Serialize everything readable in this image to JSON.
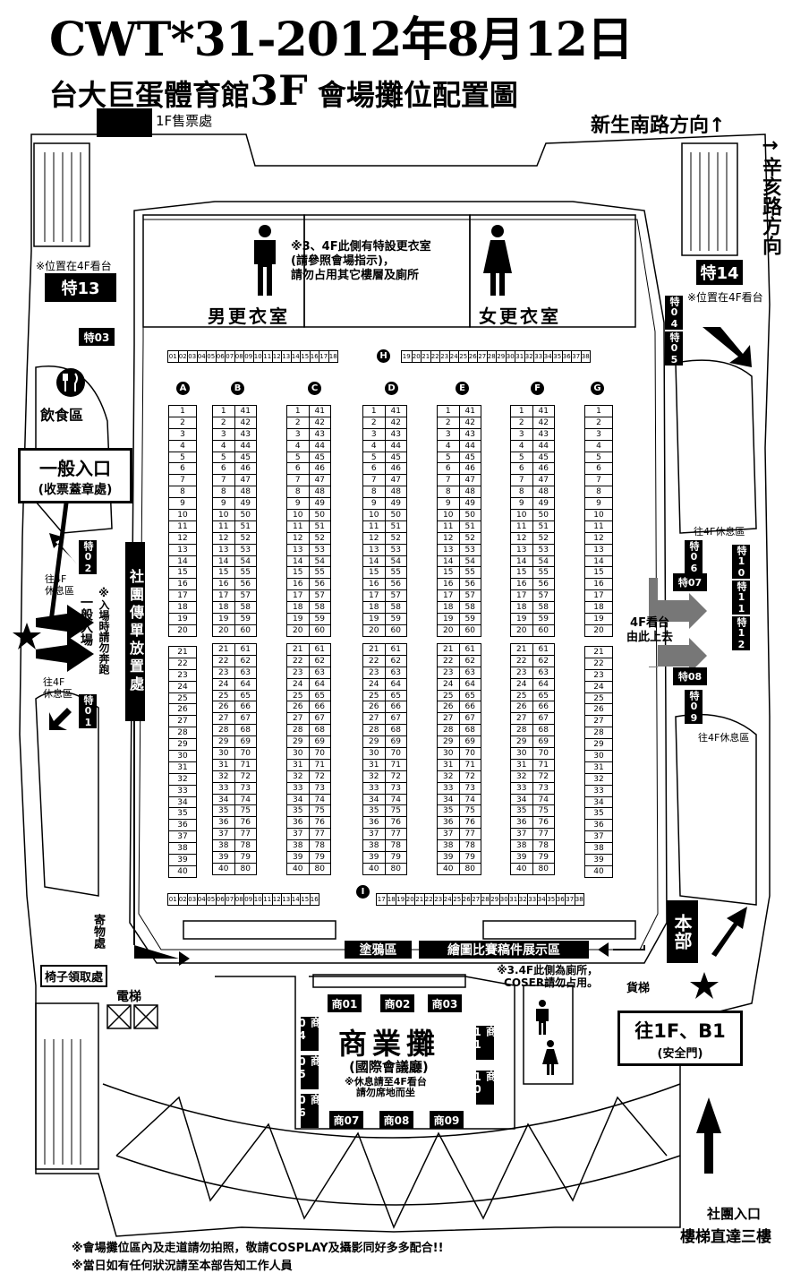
{
  "title_line1": "CWT*31-2012年8月12日",
  "title_line2_a": "台大巨蛋體育館",
  "title_line2_b": "3F",
  "title_line2_c": " 會場攤位配置圖",
  "ticket_office": "1F售票處",
  "road_north": "新生南路方向↑",
  "road_east": "→辛亥路方向",
  "special_labels": {
    "t13": "特13",
    "t14": "特14",
    "t03": "特03",
    "t04": "特04",
    "t05": "特05",
    "t02": "特02",
    "t01": "特01",
    "t06": "特06",
    "t07": "特07",
    "t08": "特08",
    "t09": "特09",
    "t10": "特10",
    "t11": "特11",
    "t12": "特12"
  },
  "note_4f_left": "※位置在4F看台",
  "note_4f_right": "※位置在4F看台",
  "mens_room": "男更衣室",
  "womens_room": "女更衣室",
  "changing_note": "※3、4F此側有特設更衣室\n(請參照會場指示)，\n請勿占用其它樓層及廁所",
  "food_area": "飲食區",
  "entrance_title": "一般入口",
  "entrance_sub": "(收票蓋章處)",
  "rest_4f_1": "往4F\n休息區",
  "rest_4f_2": "往4F\n休息區",
  "entrance_vertical": "一般入場",
  "no_run_note": "※入場時請勿奔跑",
  "flyer_area": "社團傳單放置處",
  "rest_4f_right_top": "往4F休息區",
  "rest_4f_right_bottom": "往4F休息區",
  "go_up_4f": "4F看台\n由此上去",
  "column_letters": [
    "A",
    "B",
    "C",
    "D",
    "E",
    "F",
    "G"
  ],
  "row_h_label": "H",
  "row_i_label": "I",
  "storage": "寄物處",
  "chair_pickup": "椅子領取處",
  "elevator": "電梯",
  "graffiti": "塗鴉區",
  "drawing_contest": "繪圖比賽稿件展示區",
  "toilet_note": "※3.4F此側為廁所，\nCOSER請勿占用。",
  "freight_elevator": "貨梯",
  "hq": "本部",
  "exit_title": "往1F、B1",
  "exit_sub": "(安全門)",
  "commercial_title": "商業攤",
  "commercial_sub": "(國際會議廳)",
  "commercial_note": "※休息請至4F看台\n請勿席地而坐",
  "commercial_booths": {
    "s01": "商01",
    "s02": "商02",
    "s03": "商03",
    "s04": "商04",
    "s05": "商05",
    "s06": "商06",
    "s07": "商07",
    "s08": "商08",
    "s09": "商09",
    "s10": "商10",
    "s11": "商11"
  },
  "club_entrance": "社團入口",
  "stairs_direct": "樓梯直達三樓",
  "footer1": "※會場攤位區內及走道請勿拍照，敬請COSPLAY及攝影同好多多配合!!",
  "footer2": "※當日如有任何狀況請至本部告知工作人員",
  "colors": {
    "ink": "#000000",
    "bg": "#ffffff",
    "arrow_gray": "#777777"
  }
}
